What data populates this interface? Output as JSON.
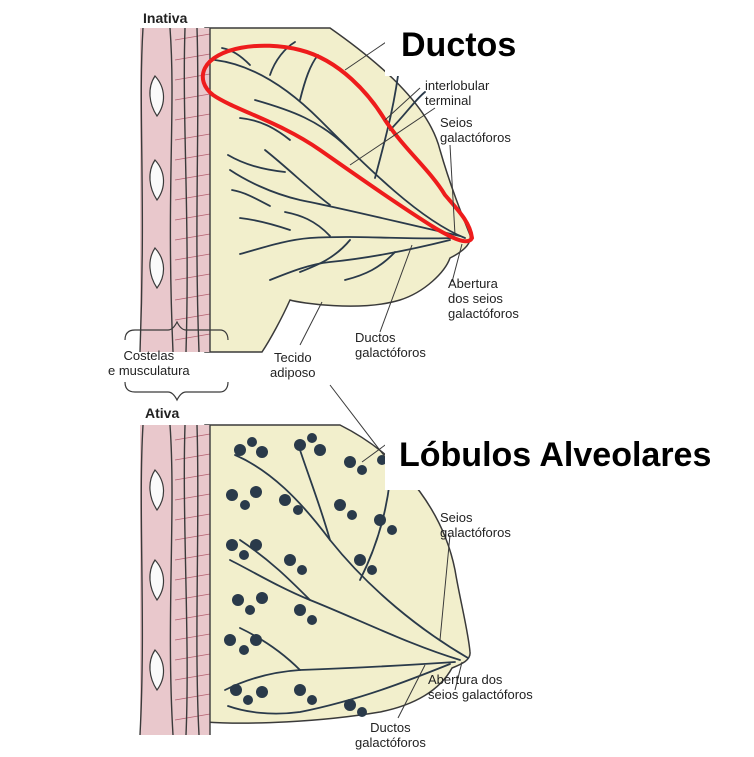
{
  "panels": {
    "inactive": {
      "title": "Inativa"
    },
    "active": {
      "title": "Ativa"
    }
  },
  "labels": {
    "ductos": "Ductos",
    "interlobular": "interlobular\nterminal",
    "seios_top": "Seios\ngalactóforos",
    "abertura_top": "Abertura\ndos seios\ngalactóforos",
    "ductos_galact_top": "Ductos\ngalactóforos",
    "costelas": "Costelas\ne musculatura",
    "tecido": "Tecido\nadiposo",
    "lobulos": "Lóbulos Alveolares",
    "seios_bottom": "Seios\ngalactóforos",
    "abertura_bottom": "Abertura dos\nseios galactóforos",
    "ductos_galact_bottom": "Ductos\ngalactóforos"
  },
  "colors": {
    "breast_fill": "#f2efcc",
    "muscle_fill": "#e9c8cc",
    "muscle_line": "#b46070",
    "highlight": "#ee1c1c",
    "duct_ink": "#2a3a4a"
  }
}
